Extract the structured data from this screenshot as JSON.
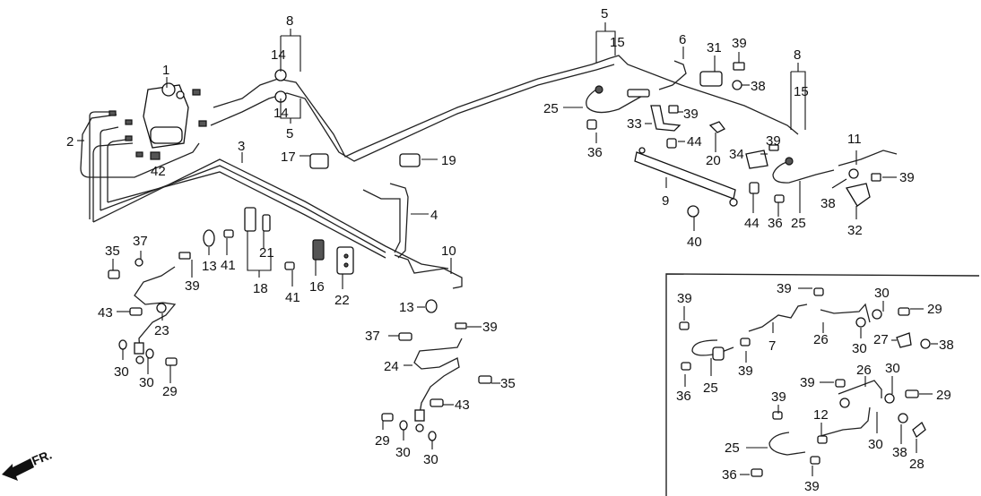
{
  "diagram": {
    "title": "Brake lines parts diagram",
    "front_indicator": "FR.",
    "callouts": {
      "c1": "1",
      "c2": "2",
      "c3": "3",
      "c4": "4",
      "c5a": "5",
      "c5b": "5",
      "c6": "6",
      "c7": "7",
      "c8a": "8",
      "c8b": "8",
      "c9": "9",
      "c10": "10",
      "c11": "11",
      "c12": "12",
      "c13a": "13",
      "c13b": "13",
      "c14a": "14",
      "c14b": "14",
      "c15a": "15",
      "c15b": "15",
      "c16": "16",
      "c17": "17",
      "c18": "18",
      "c19": "19",
      "c20": "20",
      "c21": "21",
      "c22": "22",
      "c23": "23",
      "c24": "24",
      "c25a": "25",
      "c25b": "25",
      "c25c": "25",
      "c25d": "25",
      "c26a": "26",
      "c26b": "26",
      "c27": "27",
      "c28": "28",
      "c29a": "29",
      "c29b": "29",
      "c29c": "29",
      "c29d": "29",
      "c30a": "30",
      "c30b": "30",
      "c30c": "30",
      "c30d": "30",
      "c30e": "30",
      "c30f": "30",
      "c30g": "30",
      "c30h": "30",
      "c31": "31",
      "c32": "32",
      "c33": "33",
      "c34": "34",
      "c35a": "35",
      "c35b": "35",
      "c36a": "36",
      "c36b": "36",
      "c36c": "36",
      "c36d": "36",
      "c37a": "37",
      "c37b": "37",
      "c38a": "38",
      "c38b": "38",
      "c38c": "38",
      "c38d": "38",
      "c39a": "39",
      "c39b": "39",
      "c39c": "39",
      "c39d": "39",
      "c39e": "39",
      "c39f": "39",
      "c39g": "39",
      "c39h": "39",
      "c39i": "39",
      "c39j": "39",
      "c39k": "39",
      "c39l": "39",
      "c40": "40",
      "c41a": "41",
      "c41b": "41",
      "c42": "42",
      "c43a": "43",
      "c43b": "43",
      "c44a": "44",
      "c44b": "44"
    },
    "colors": {
      "ink": "#111111",
      "paper": "#ffffff"
    }
  }
}
